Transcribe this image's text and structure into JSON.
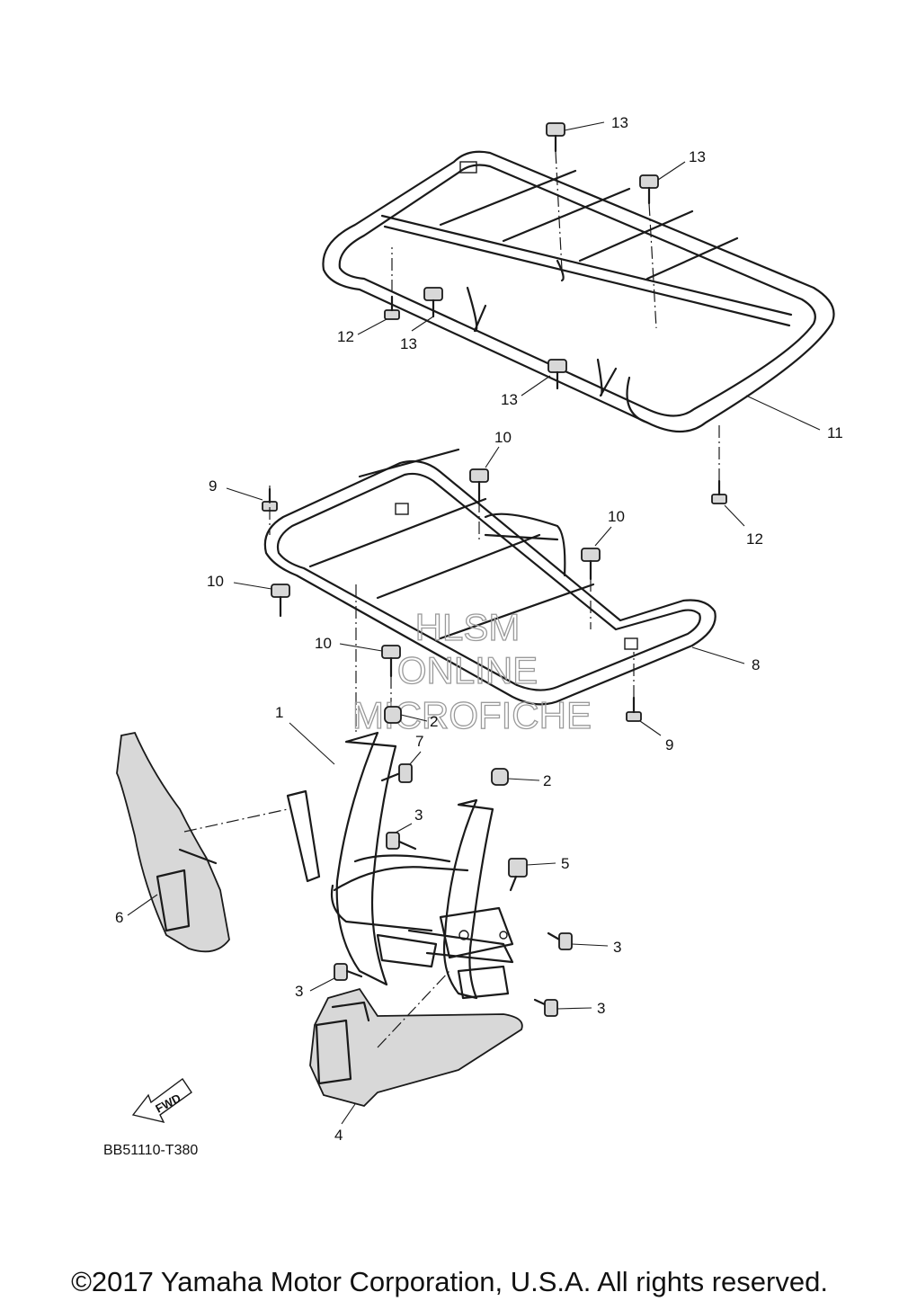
{
  "diagram": {
    "callouts": {
      "n1": "1",
      "n2a": "2",
      "n2b": "2",
      "n3a": "3",
      "n3b": "3",
      "n3c": "3",
      "n3d": "3",
      "n4": "4",
      "n5": "5",
      "n6": "6",
      "n7": "7",
      "n8": "8",
      "n9a": "9",
      "n9b": "9",
      "n10a": "10",
      "n10b": "10",
      "n10c": "10",
      "n10d": "10",
      "n11": "11",
      "n12a": "12",
      "n12b": "12",
      "n13a": "13",
      "n13b": "13",
      "n13c": "13",
      "n13d": "13"
    },
    "fwd_label": "FWD",
    "reference_code": "BB51110-T380",
    "watermark": [
      "HLSM",
      "ONLINE",
      "MICROFICHE"
    ]
  },
  "footer": {
    "copyright": "©2017 Yamaha Motor Corporation, U.S.A. All rights reserved."
  }
}
